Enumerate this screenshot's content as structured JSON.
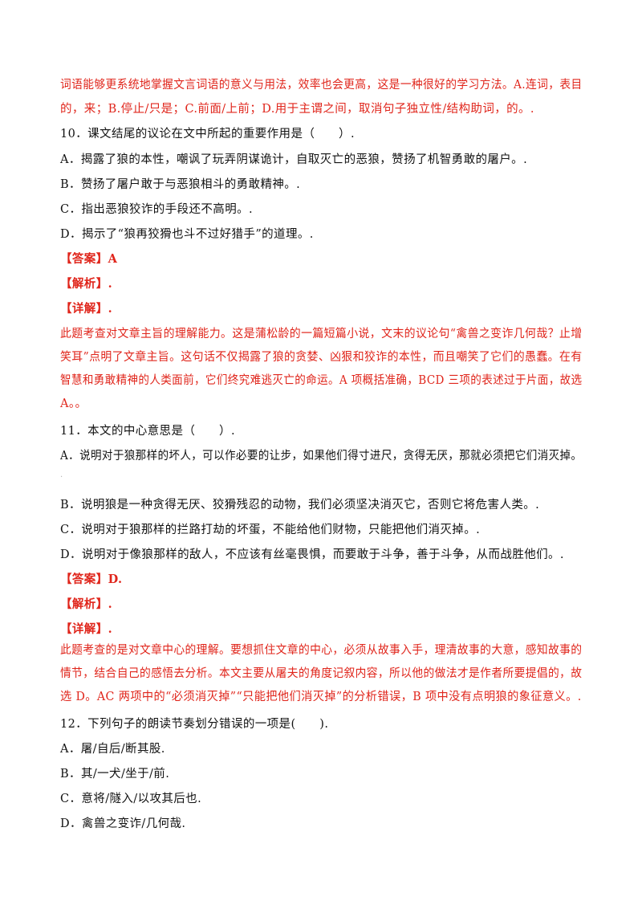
{
  "intro": {
    "line1": "词语能够更系统地掌握文言词语的意义与用法，效率也会更高，这是一种很好的学习方法。A.连词，表目",
    "line2": "的，来；B.停止/只是；C.前面/上前；D.用于主谓之间，取消句子独立性/结构助词，的。."
  },
  "q10": {
    "stem": "10．课文结尾的议论在文中所起的重要作用是（　　）.",
    "options": [
      "A．揭露了狼的本性，嘲讽了玩弄阴谋诡计，自取灭亡的恶狼，赞扬了机智勇敢的屠户。.",
      "B．赞扬了屠户敢于与恶狼相斗的勇敢精神。.",
      "C．指出恶狼狡诈的手段还不高明。.",
      "D．揭示了“狼再狡猾也斗不过好猎手”的道理。."
    ],
    "answer": "【答案】A",
    "analysis": "【解析】.",
    "detail": "【详解】.",
    "explanation": [
      "此题考查对文章主旨的理解能力。这是蒲松龄的一篇短篇小说，文末的议论句“禽兽之变诈几何哉？止增",
      "笑耳”点明了文章主旨。这句话不仅揭露了狼的贪婪、凶狠和狡诈的本性，而且嘲笑了它们的愚蠢。在有",
      "智慧和勇敢精神的人类面前，它们终究难逃灭亡的命运。A 项概括准确，BCD 三项的表述过于片面，故选",
      "A。。"
    ]
  },
  "q11": {
    "stem": "11．本文的中心意思是（　　）.",
    "optionA": "A．说明对于狼那样的坏人，可以作必要的让步，如果他们得寸进尺，贪得无厌，那就必须把它们消灭掉。",
    "optionA_cont": ".",
    "options": [
      "B．说明狼是一种贪得无厌、狡猾残忍的动物，我们必须坚决消灭它，否则它将危害人类。.",
      "C．说明对于狼那样的拦路打劫的坏蛋，不能给他们财物，只能把他们消灭掉。.",
      "D．说明对于像狼那样的敌人，不应该有丝毫畏惧，而要敢于斗争，善于斗争，从而战胜他们。."
    ],
    "answer": "【答案】D.",
    "analysis": "【解析】.",
    "detail": "【详解】.",
    "explanation": [
      "此题考查的是对文章中心的理解。要想抓住文章的中心，必须从故事入手，理清故事的大意，感知故事的",
      "情节，结合自己的感悟去分析。本文主要从屠夫的角度记叙内容，所以他的做法才是作者所要提倡的，故",
      "选 D。AC 两项中的“必须消灭掉”“只能把他们消灭掉”的分析错误，B 项中没有点明狼的象征意义。."
    ]
  },
  "q12": {
    "stem": "12．下列句子的朗读节奏划分错误的一项是(　　).",
    "options": [
      "A．屠/自后/断其股.",
      "B．其/一犬/坐于/前.",
      "C．意将/隧入/以攻其后也.",
      "D．禽兽之变诈/几何哉."
    ]
  }
}
